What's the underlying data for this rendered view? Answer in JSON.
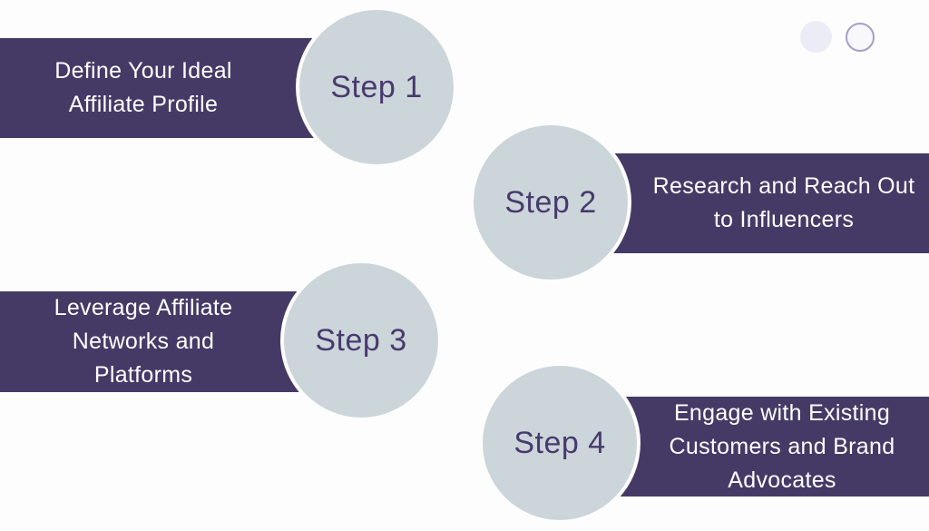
{
  "title": "Affiliate recruitment steps infographic",
  "steps": [
    {
      "label": "Step 1",
      "title": "Define Your Ideal Affiliate Profile",
      "side": "left"
    },
    {
      "label": "Step 2",
      "title": "Research and Reach Out to Influencers",
      "side": "right"
    },
    {
      "label": "Step 3",
      "title": "Leverage Affiliate Networks and Platforms",
      "side": "left"
    },
    {
      "label": "Step 4",
      "title": "Engage with Existing Customers and Brand Advocates",
      "side": "right"
    }
  ],
  "decorations": {
    "dots": [
      {
        "style": "filled"
      },
      {
        "style": "outlined"
      }
    ]
  },
  "colors": {
    "background": "#fdfdfd",
    "banner": "#453a66",
    "banner_text": "#ffffff",
    "circle_fill": "#ccd5da",
    "step_text": "#473a6e",
    "dot_fill": "#ececf7",
    "dot_outline_border": "#a59fc9",
    "dot_outline_fill": "#f7f7fc"
  }
}
